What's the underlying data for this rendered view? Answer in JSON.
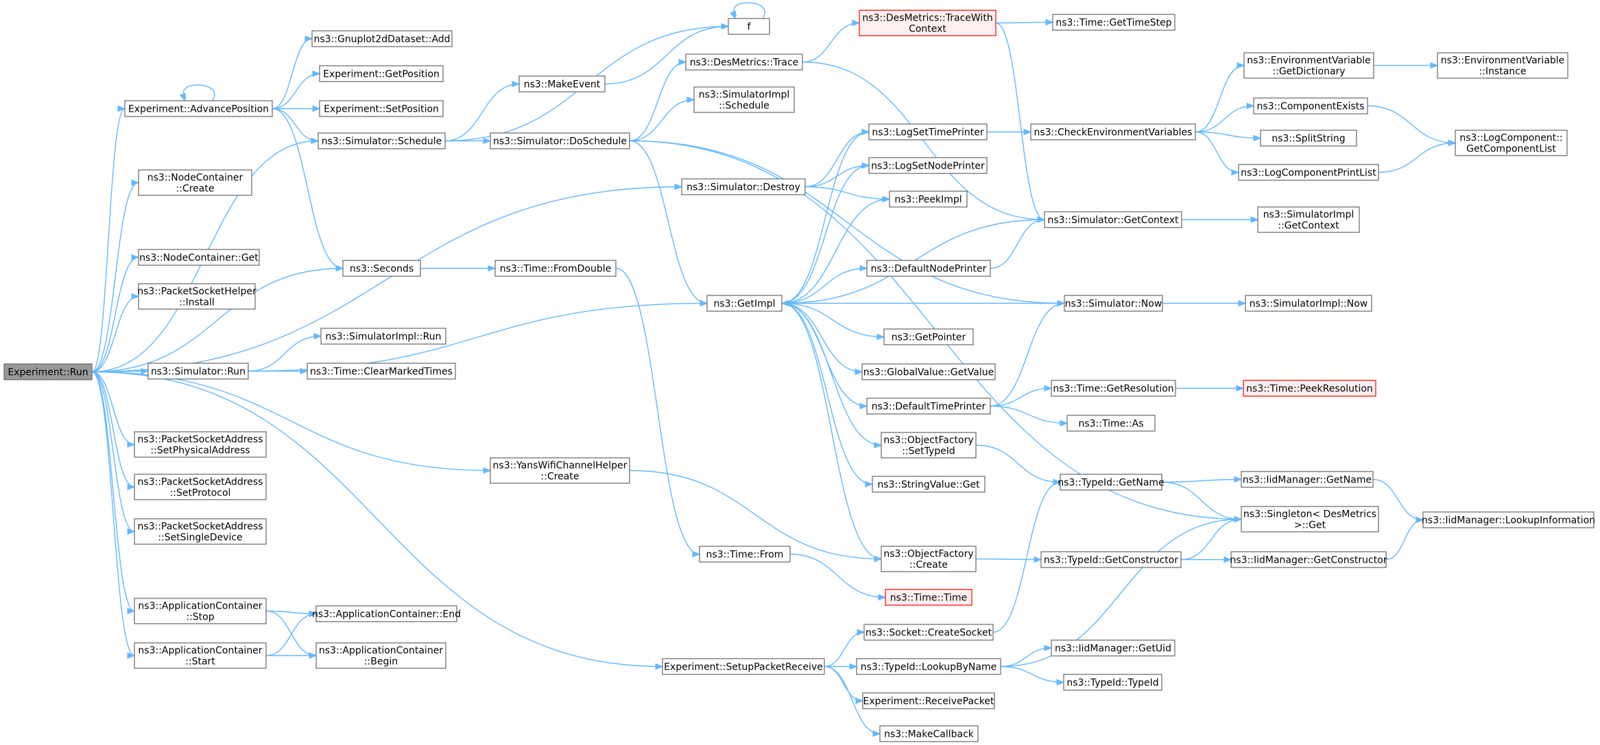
{
  "colors": {
    "edge": "#63b8ff",
    "node_fill": "#ffffff",
    "node_border": "#666666",
    "root_fill": "#999999",
    "root_border": "#666666",
    "highlight_fill": "#fff0f0",
    "highlight_border": "#ff0000"
  },
  "nodes": [
    {
      "id": "run",
      "lines": [
        "Experiment::Run"
      ],
      "style": "root"
    },
    {
      "id": "advpos",
      "lines": [
        "Experiment::AdvancePosition"
      ]
    },
    {
      "id": "gnuplotadd",
      "lines": [
        "ns3::Gnuplot2dDataset::Add"
      ]
    },
    {
      "id": "getpos",
      "lines": [
        "Experiment::GetPosition"
      ]
    },
    {
      "id": "setpos",
      "lines": [
        "Experiment::SetPosition"
      ]
    },
    {
      "id": "simschedule",
      "lines": [
        "ns3::Simulator::Schedule"
      ]
    },
    {
      "id": "nccreate",
      "lines": [
        "ns3::NodeContainer",
        "::Create"
      ]
    },
    {
      "id": "ncget",
      "lines": [
        "ns3::NodeContainer::Get"
      ]
    },
    {
      "id": "pshinstall",
      "lines": [
        "ns3::PacketSocketHelper",
        "::Install"
      ]
    },
    {
      "id": "seconds",
      "lines": [
        "ns3::Seconds"
      ]
    },
    {
      "id": "simrun",
      "lines": [
        "ns3::Simulator::Run"
      ]
    },
    {
      "id": "simimplrun",
      "lines": [
        "ns3::SimulatorImpl::Run"
      ]
    },
    {
      "id": "clearmarked",
      "lines": [
        "ns3::Time::ClearMarkedTimes"
      ]
    },
    {
      "id": "psaphys",
      "lines": [
        "ns3::PacketSocketAddress",
        "::SetPhysicalAddress"
      ]
    },
    {
      "id": "psaproto",
      "lines": [
        "ns3::PacketSocketAddress",
        "::SetProtocol"
      ]
    },
    {
      "id": "psasingle",
      "lines": [
        "ns3::PacketSocketAddress",
        "::SetSingleDevice"
      ]
    },
    {
      "id": "acstop",
      "lines": [
        "ns3::ApplicationContainer",
        "::Stop"
      ]
    },
    {
      "id": "acstart",
      "lines": [
        "ns3::ApplicationContainer",
        "::Start"
      ]
    },
    {
      "id": "acend",
      "lines": [
        "ns3::ApplicationContainer::End"
      ]
    },
    {
      "id": "acbegin",
      "lines": [
        "ns3::ApplicationContainer",
        "::Begin"
      ]
    },
    {
      "id": "f",
      "lines": [
        "f"
      ]
    },
    {
      "id": "makeevent",
      "lines": [
        "ns3::MakeEvent"
      ]
    },
    {
      "id": "simdoschedule",
      "lines": [
        "ns3::Simulator::DoSchedule"
      ]
    },
    {
      "id": "desmtrace",
      "lines": [
        "ns3::DesMetrics::Trace"
      ]
    },
    {
      "id": "simimplschedule",
      "lines": [
        "ns3::SimulatorImpl",
        "::Schedule"
      ]
    },
    {
      "id": "simdestroy",
      "lines": [
        "ns3::Simulator::Destroy"
      ]
    },
    {
      "id": "fromdouble",
      "lines": [
        "ns3::Time::FromDouble"
      ]
    },
    {
      "id": "getimpl",
      "lines": [
        "ns3::GetImpl"
      ]
    },
    {
      "id": "yanscreate",
      "lines": [
        "ns3::YansWifiChannelHelper",
        "::Create"
      ]
    },
    {
      "id": "timefrom",
      "lines": [
        "ns3::Time::From"
      ]
    },
    {
      "id": "setuprecv",
      "lines": [
        "Experiment::SetupPacketReceive"
      ]
    },
    {
      "id": "tracewithctx",
      "lines": [
        "ns3::DesMetrics::TraceWith",
        "Context"
      ],
      "style": "highlight"
    },
    {
      "id": "gettimestep",
      "lines": [
        "ns3::Time::GetTimeStep"
      ]
    },
    {
      "id": "logsettime",
      "lines": [
        "ns3::LogSetTimePrinter"
      ]
    },
    {
      "id": "logsetnode",
      "lines": [
        "ns3::LogSetNodePrinter"
      ]
    },
    {
      "id": "peekimpl",
      "lines": [
        "ns3::PeekImpl"
      ]
    },
    {
      "id": "defnodeprinter",
      "lines": [
        "ns3::DefaultNodePrinter"
      ]
    },
    {
      "id": "getpointer",
      "lines": [
        "ns3::GetPointer"
      ]
    },
    {
      "id": "gvgetvalue",
      "lines": [
        "ns3::GlobalValue::GetValue"
      ]
    },
    {
      "id": "deftimeprinter",
      "lines": [
        "ns3::DefaultTimePrinter"
      ]
    },
    {
      "id": "ofsettypeid",
      "lines": [
        "ns3::ObjectFactory",
        "::SetTypeId"
      ]
    },
    {
      "id": "strvalget",
      "lines": [
        "ns3::StringValue::Get"
      ]
    },
    {
      "id": "ofcreate",
      "lines": [
        "ns3::ObjectFactory",
        "::Create"
      ]
    },
    {
      "id": "timetime",
      "lines": [
        "ns3::Time::Time"
      ],
      "style": "highlight"
    },
    {
      "id": "sockcreate",
      "lines": [
        "ns3::Socket::CreateSocket"
      ]
    },
    {
      "id": "lookupbyname",
      "lines": [
        "ns3::TypeId::LookupByName"
      ]
    },
    {
      "id": "recvpacket",
      "lines": [
        "Experiment::ReceivePacket"
      ]
    },
    {
      "id": "makecallback",
      "lines": [
        "ns3::MakeCallback"
      ]
    },
    {
      "id": "checkenv",
      "lines": [
        "ns3::CheckEnvironmentVariables"
      ]
    },
    {
      "id": "simgetctx",
      "lines": [
        "ns3::Simulator::GetContext"
      ]
    },
    {
      "id": "simnow",
      "lines": [
        "ns3::Simulator::Now"
      ]
    },
    {
      "id": "getresolution",
      "lines": [
        "ns3::Time::GetResolution"
      ]
    },
    {
      "id": "timeas",
      "lines": [
        "ns3::Time::As"
      ]
    },
    {
      "id": "tidgetname",
      "lines": [
        "ns3::TypeId::GetName"
      ]
    },
    {
      "id": "tidgetctor",
      "lines": [
        "ns3::TypeId::GetConstructor"
      ]
    },
    {
      "id": "iidgetuid",
      "lines": [
        "ns3::IidManager::GetUid"
      ]
    },
    {
      "id": "tidtypeid",
      "lines": [
        "ns3::TypeId::TypeId"
      ]
    },
    {
      "id": "envgetdict",
      "lines": [
        "ns3::EnvironmentVariable",
        "::GetDictionary"
      ]
    },
    {
      "id": "compexists",
      "lines": [
        "ns3::ComponentExists"
      ]
    },
    {
      "id": "splitstring",
      "lines": [
        "ns3::SplitString"
      ]
    },
    {
      "id": "logcompprint",
      "lines": [
        "ns3::LogComponentPrintList"
      ]
    },
    {
      "id": "simimplgetctx",
      "lines": [
        "ns3::SimulatorImpl",
        "::GetContext"
      ]
    },
    {
      "id": "simimplnow",
      "lines": [
        "ns3::SimulatorImpl::Now"
      ]
    },
    {
      "id": "peekresolution",
      "lines": [
        "ns3::Time::PeekResolution"
      ],
      "style": "highlight"
    },
    {
      "id": "iidgetname",
      "lines": [
        "ns3::IidManager::GetName"
      ]
    },
    {
      "id": "singletonget",
      "lines": [
        "ns3::Singleton< DesMetrics",
        " >::Get"
      ]
    },
    {
      "id": "iidgetctor",
      "lines": [
        "ns3::IidManager::GetConstructor"
      ]
    },
    {
      "id": "envinstance",
      "lines": [
        "ns3::EnvironmentVariable",
        "::Instance"
      ]
    },
    {
      "id": "logcompget",
      "lines": [
        "ns3::LogComponent::",
        "GetComponentList"
      ]
    },
    {
      "id": "iidlookup",
      "lines": [
        "ns3::IidManager::LookupInformation"
      ]
    }
  ],
  "edges": [
    [
      "run",
      "advpos"
    ],
    [
      "run",
      "simschedule"
    ],
    [
      "run",
      "nccreate"
    ],
    [
      "run",
      "ncget"
    ],
    [
      "run",
      "pshinstall"
    ],
    [
      "run",
      "seconds"
    ],
    [
      "run",
      "simrun"
    ],
    [
      "run",
      "simdestroy"
    ],
    [
      "run",
      "psaphys"
    ],
    [
      "run",
      "psaproto"
    ],
    [
      "run",
      "psasingle"
    ],
    [
      "run",
      "yanscreate"
    ],
    [
      "run",
      "acstop"
    ],
    [
      "run",
      "acstart"
    ],
    [
      "run",
      "setuprecv"
    ],
    [
      "advpos",
      "advpos"
    ],
    [
      "advpos",
      "gnuplotadd"
    ],
    [
      "advpos",
      "getpos"
    ],
    [
      "advpos",
      "setpos"
    ],
    [
      "advpos",
      "simschedule"
    ],
    [
      "advpos",
      "seconds"
    ],
    [
      "simschedule",
      "f"
    ],
    [
      "simschedule",
      "makeevent"
    ],
    [
      "simschedule",
      "simdoschedule"
    ],
    [
      "makeevent",
      "f"
    ],
    [
      "f",
      "f"
    ],
    [
      "simrun",
      "getimpl"
    ],
    [
      "simrun",
      "simimplrun"
    ],
    [
      "simrun",
      "clearmarked"
    ],
    [
      "seconds",
      "fromdouble"
    ],
    [
      "fromdouble",
      "timefrom"
    ],
    [
      "timefrom",
      "timetime"
    ],
    [
      "acstop",
      "acend"
    ],
    [
      "acstop",
      "acbegin"
    ],
    [
      "acstart",
      "acend"
    ],
    [
      "acstart",
      "acbegin"
    ],
    [
      "yanscreate",
      "ofcreate"
    ],
    [
      "simdoschedule",
      "desmtrace"
    ],
    [
      "simdoschedule",
      "simimplschedule"
    ],
    [
      "simdoschedule",
      "getimpl"
    ],
    [
      "simdoschedule",
      "simnow"
    ],
    [
      "simdoschedule",
      "singletonget"
    ],
    [
      "desmtrace",
      "tracewithctx"
    ],
    [
      "desmtrace",
      "simgetctx"
    ],
    [
      "tracewithctx",
      "gettimestep"
    ],
    [
      "tracewithctx",
      "simgetctx"
    ],
    [
      "simdestroy",
      "logsettime"
    ],
    [
      "simdestroy",
      "logsetnode"
    ],
    [
      "simdestroy",
      "peekimpl"
    ],
    [
      "getimpl",
      "logsettime"
    ],
    [
      "getimpl",
      "logsetnode"
    ],
    [
      "getimpl",
      "peekimpl"
    ],
    [
      "getimpl",
      "defnodeprinter"
    ],
    [
      "getimpl",
      "getpointer"
    ],
    [
      "getimpl",
      "gvgetvalue"
    ],
    [
      "getimpl",
      "deftimeprinter"
    ],
    [
      "getimpl",
      "ofsettypeid"
    ],
    [
      "getimpl",
      "strvalget"
    ],
    [
      "getimpl",
      "ofcreate"
    ],
    [
      "simgetctx",
      "getimpl"
    ],
    [
      "simnow",
      "getimpl"
    ],
    [
      "logsettime",
      "checkenv"
    ],
    [
      "defnodeprinter",
      "simgetctx"
    ],
    [
      "deftimeprinter",
      "simnow"
    ],
    [
      "deftimeprinter",
      "getresolution"
    ],
    [
      "deftimeprinter",
      "timeas"
    ],
    [
      "ofsettypeid",
      "tidgetname"
    ],
    [
      "ofcreate",
      "tidgetctor"
    ],
    [
      "setuprecv",
      "sockcreate"
    ],
    [
      "setuprecv",
      "lookupbyname"
    ],
    [
      "setuprecv",
      "recvpacket"
    ],
    [
      "setuprecv",
      "makecallback"
    ],
    [
      "sockcreate",
      "tidgetname"
    ],
    [
      "lookupbyname",
      "iidgetuid"
    ],
    [
      "lookupbyname",
      "tidtypeid"
    ],
    [
      "lookupbyname",
      "singletonget"
    ],
    [
      "checkenv",
      "envgetdict"
    ],
    [
      "checkenv",
      "compexists"
    ],
    [
      "checkenv",
      "splitstring"
    ],
    [
      "checkenv",
      "logcompprint"
    ],
    [
      "simgetctx",
      "simimplgetctx"
    ],
    [
      "simnow",
      "simimplnow"
    ],
    [
      "getresolution",
      "peekresolution"
    ],
    [
      "tidgetname",
      "iidgetname"
    ],
    [
      "tidgetname",
      "singletonget"
    ],
    [
      "tidgetctor",
      "iidgetctor"
    ],
    [
      "tidgetctor",
      "singletonget"
    ],
    [
      "iidgetname",
      "iidlookup"
    ],
    [
      "iidgetctor",
      "iidlookup"
    ],
    [
      "envgetdict",
      "envinstance"
    ],
    [
      "compexists",
      "logcompget"
    ],
    [
      "logcompprint",
      "logcompget"
    ]
  ]
}
